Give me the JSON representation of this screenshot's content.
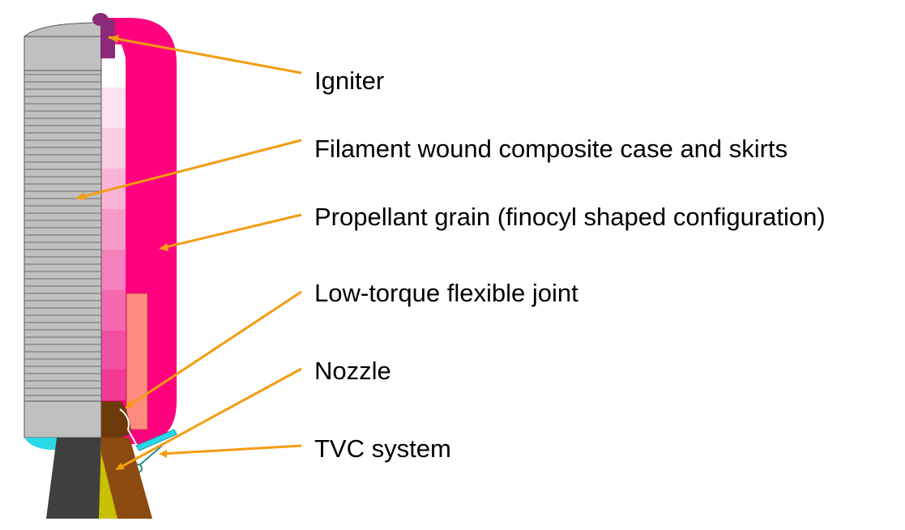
{
  "labels": {
    "igniter": "Igniter",
    "case": "Filament wound composite case and skirts",
    "grain": "Propellant grain (finocyl shaped configuration)",
    "joint": "Low-torque flexible joint",
    "nozzle": "Nozzle",
    "tvc": "TVC system"
  },
  "colors": {
    "leader_line": "#f39c12",
    "case_outer": "#ff007f",
    "case_gray": "#c0c0c0",
    "igniter": "#8b2a7a",
    "grain_light": "#fde3ef",
    "grain_mid": "#f765b0",
    "nozzle_brown": "#8b4a10",
    "nozzle_dark": "#3f3f3f",
    "nozzle_yellow": "#c8c000",
    "salmon": "#ff8a80",
    "tvc_cyan": "#2ad8e8"
  }
}
